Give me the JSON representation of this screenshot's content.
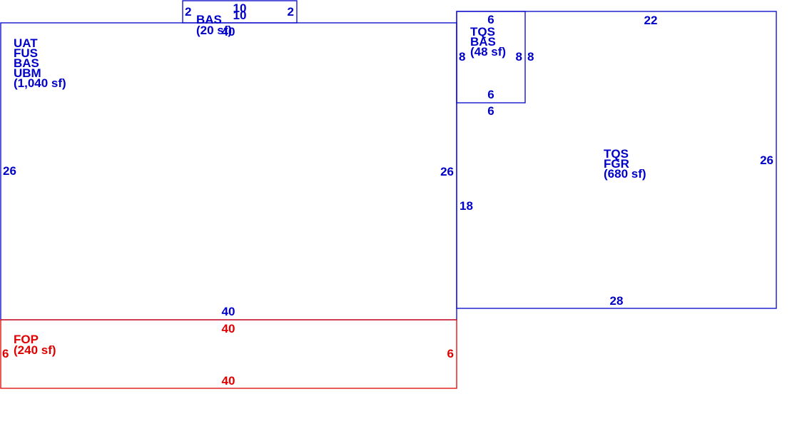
{
  "areas": {
    "main": {
      "codes": [
        "UAT",
        "FUS",
        "BAS",
        "UBM"
      ],
      "area": "(1,040 sf)",
      "dims": {
        "top": "40",
        "bottom": "40",
        "left": "26",
        "right": "26"
      },
      "color": "#0000c8"
    },
    "small_bay": {
      "codes": [
        "BAS"
      ],
      "area": "(20 sf)",
      "dims": {
        "top": "10",
        "bottom": "10",
        "left": "2",
        "right": "2"
      },
      "color": "#0000c8"
    },
    "porch": {
      "codes": [
        "FOP"
      ],
      "area": "(240 sf)",
      "dims": {
        "top": "40",
        "bottom": "40",
        "left": "6",
        "right": "6"
      },
      "color": "#e00000"
    },
    "upper_room": {
      "codes": [
        "TQS",
        "BAS"
      ],
      "area": "(48 sf)",
      "dims": {
        "top": "6",
        "bottom": "6",
        "left": "8",
        "right": "8"
      },
      "color": "#0000c8"
    },
    "garage": {
      "codes": [
        "TQS",
        "FGR"
      ],
      "area": "(680 sf)",
      "dims": {
        "top": "22",
        "bottom": "28",
        "left": "18",
        "right": "26",
        "right_upper": "8",
        "top_left": "6"
      },
      "color": "#0000c8"
    }
  }
}
